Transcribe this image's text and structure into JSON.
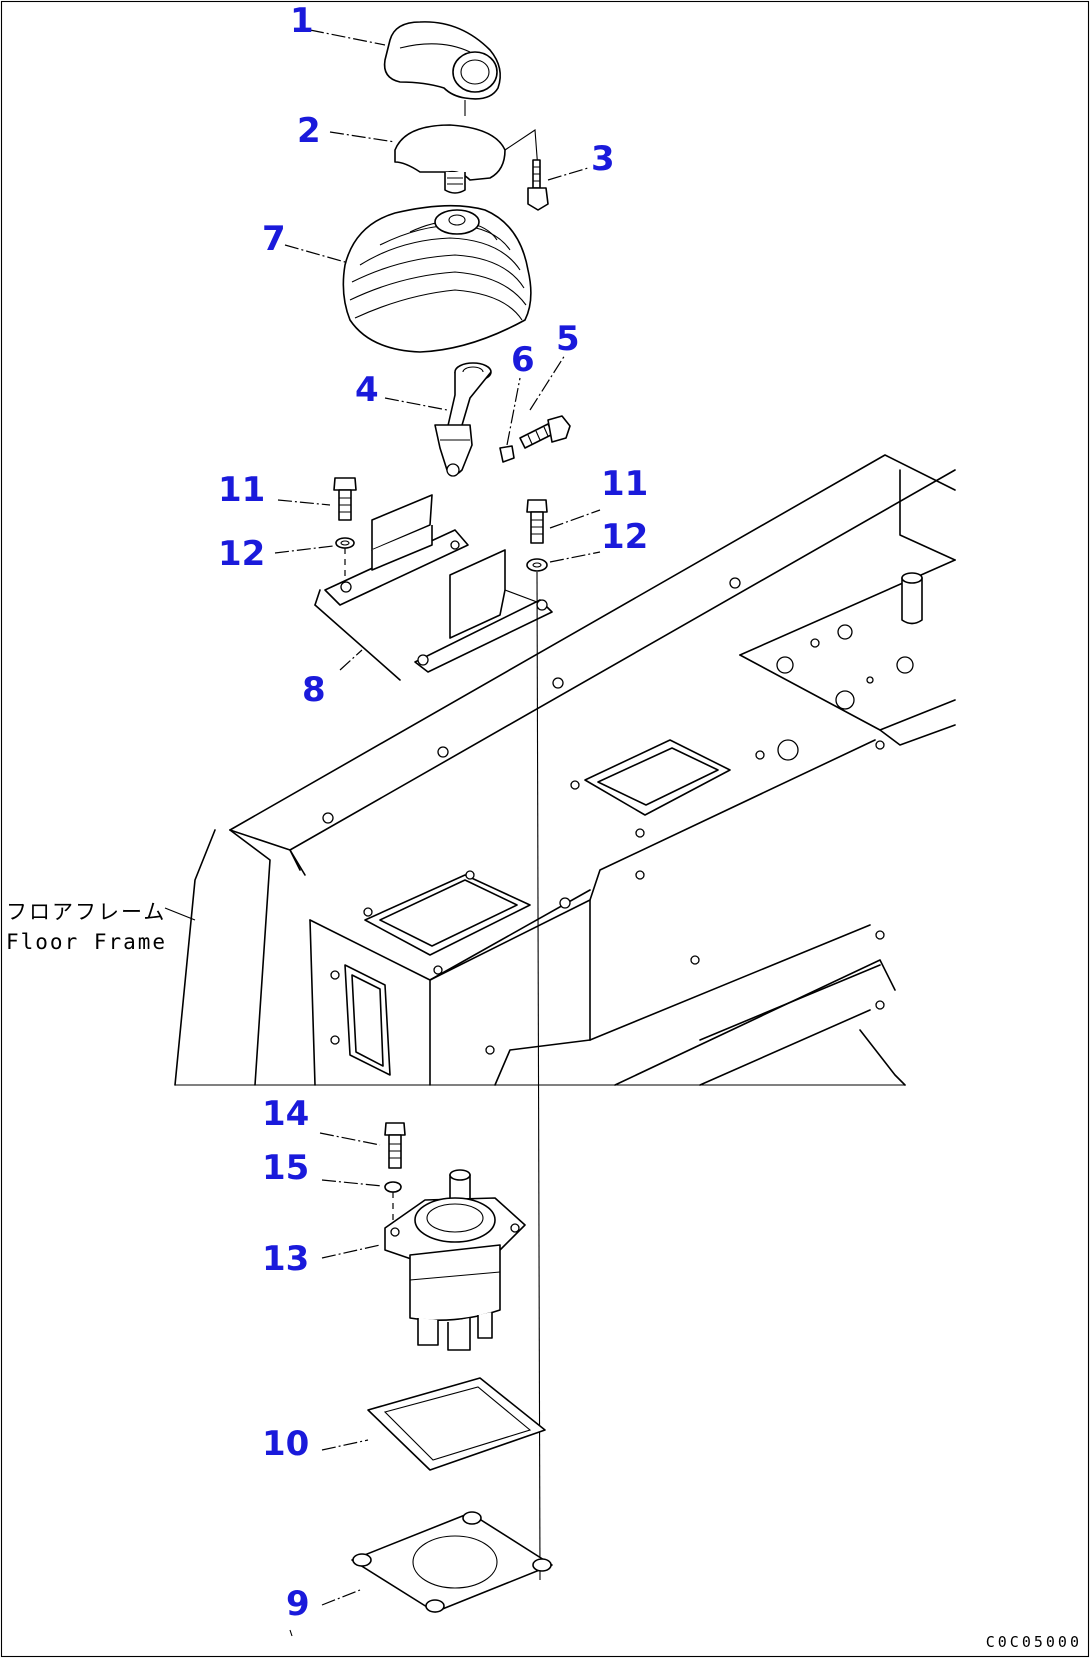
{
  "callouts": [
    {
      "id": "1",
      "label": "1"
    },
    {
      "id": "2",
      "label": "2"
    },
    {
      "id": "3",
      "label": "3"
    },
    {
      "id": "4",
      "label": "4"
    },
    {
      "id": "5",
      "label": "5"
    },
    {
      "id": "6",
      "label": "6"
    },
    {
      "id": "7",
      "label": "7"
    },
    {
      "id": "8",
      "label": "8"
    },
    {
      "id": "9",
      "label": "9"
    },
    {
      "id": "10",
      "label": "10"
    },
    {
      "id": "11a",
      "label": "11"
    },
    {
      "id": "11b",
      "label": "11"
    },
    {
      "id": "12a",
      "label": "12"
    },
    {
      "id": "12b",
      "label": "12"
    },
    {
      "id": "13",
      "label": "13"
    },
    {
      "id": "14",
      "label": "14"
    },
    {
      "id": "15",
      "label": "15"
    }
  ],
  "frame_label": {
    "japanese": "フロアフレーム",
    "english": "Floor Frame"
  },
  "drawing_code": "C0C05000",
  "colors": {
    "callout": "#1a1adb",
    "line": "#000000",
    "background": "#ffffff"
  }
}
